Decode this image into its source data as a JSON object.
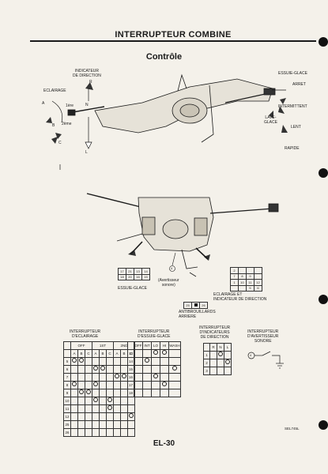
{
  "header": {
    "title": "INTERRUPTEUR COMBINE",
    "subtitle": "Contrôle"
  },
  "upper_figure": {
    "labels": {
      "indicateur": "INDICATEUR\nDE DIRECTION",
      "r": "R",
      "n": "N",
      "l": "L",
      "eclairage": "ECLAIRAGE",
      "a": "A",
      "b": "B",
      "c": "C",
      "pos1": "1ère",
      "pos2": "2ème",
      "essuie_glace": "ESSUIE-GLACE",
      "arret": "ARRET",
      "intermittent": "INTERMITTENT",
      "lave_glace": "LAVE-\nGLACE",
      "lent": "LENT",
      "rapide": "RAPIDE"
    }
  },
  "lower_figure": {
    "labels": {
      "essuie_glace": "ESSUIE-GLACE",
      "avertisseur": "(Avertisseur\nsonore)",
      "antibrouillards": "ANTIBROUILLARDS\nARRIERE",
      "eclairage_indic": "ECLAIRAGE ET\nINDICATEUR DE DIRECTION",
      "terminal_4": "4",
      "fog_25": "25",
      "fog_26": "26"
    },
    "conn_left": {
      "row1": [
        "17",
        "21",
        "13",
        "14"
      ],
      "row2": [
        "18",
        "20",
        "16",
        "15"
      ]
    },
    "conn_right": {
      "row1": [
        "2",
        "",
        "",
        ""
      ],
      "row2": [
        "7",
        "8",
        "9",
        ""
      ],
      "row3": [
        "1",
        "10",
        "11",
        "12"
      ],
      "row4": [
        "",
        "",
        "5",
        "6"
      ]
    }
  },
  "tables": {
    "eclairage": {
      "title": "INTERRUPTEUR\nD'ECLAIRAGE",
      "header": [
        "",
        "OFF",
        "1ST",
        "2ND"
      ],
      "sub": [
        "",
        "A",
        "B",
        "C",
        "A",
        "B",
        "C",
        "A",
        "B",
        "C"
      ],
      "rows": [
        "5",
        "6",
        "7",
        "8",
        "9",
        "10",
        "11",
        "12",
        "25",
        "26"
      ]
    },
    "essuie_glace": {
      "title": "INTERRUPTEUR\nD'ESSUIE-GLACE",
      "header": [
        "",
        "OFF",
        "INT",
        "LO",
        "HI",
        "WASH"
      ],
      "rows": [
        "13",
        "14",
        "15",
        "16",
        "17",
        "18"
      ]
    },
    "indicateurs": {
      "title": "INTERRUPTEUR\nD'INDICATEURS\nDE DIRECTION",
      "header": [
        "",
        "R",
        "N",
        "L"
      ],
      "rows": [
        "1",
        "2",
        "3"
      ]
    },
    "avertisseur": {
      "title": "INTERRUPTEUR\nD'AVERTISSEUR\nSONORE",
      "terminal": "4"
    }
  },
  "footer": {
    "page_number": "EL-30",
    "code": "SEL745L"
  }
}
